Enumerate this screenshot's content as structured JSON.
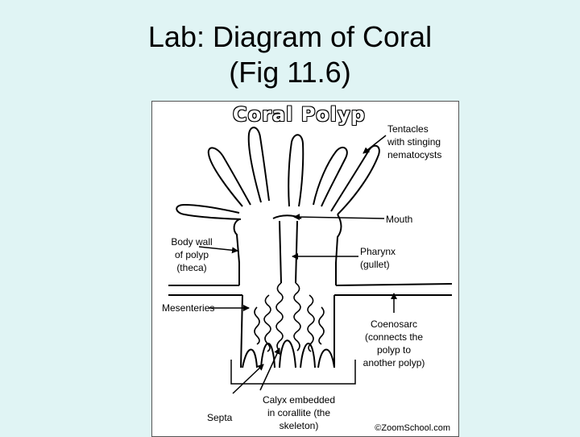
{
  "slide": {
    "title_line1": "Lab:  Diagram of Coral",
    "title_line2": "(Fig 11.6)"
  },
  "diagram": {
    "title": "Coral Polyp",
    "labels": {
      "tentacles": "Tentacles\nwith stinging\nnematocysts",
      "mouth": "Mouth",
      "body_wall": "Body wall\nof polyp\n(theca)",
      "pharynx": "Pharynx\n(gullet)",
      "mesenteries": "Mesenteries",
      "coenosarc": "Coenosarc\n(connects the\npolyp to\nanother polyp)",
      "septa": "Septa",
      "calyx": "Calyx embedded\nin corallite (the\nskeleton)"
    },
    "credit": "©ZoomSchool.com"
  }
}
